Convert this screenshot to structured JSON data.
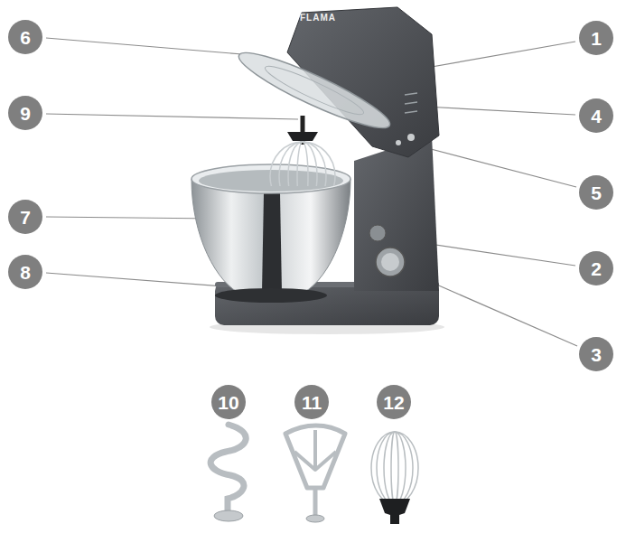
{
  "diagram": {
    "labels": [
      "6",
      "1",
      "9",
      "4",
      "5",
      "7",
      "2",
      "8",
      "3",
      "10",
      "11",
      "12",
      "FLAMA"
    ]
  }
}
